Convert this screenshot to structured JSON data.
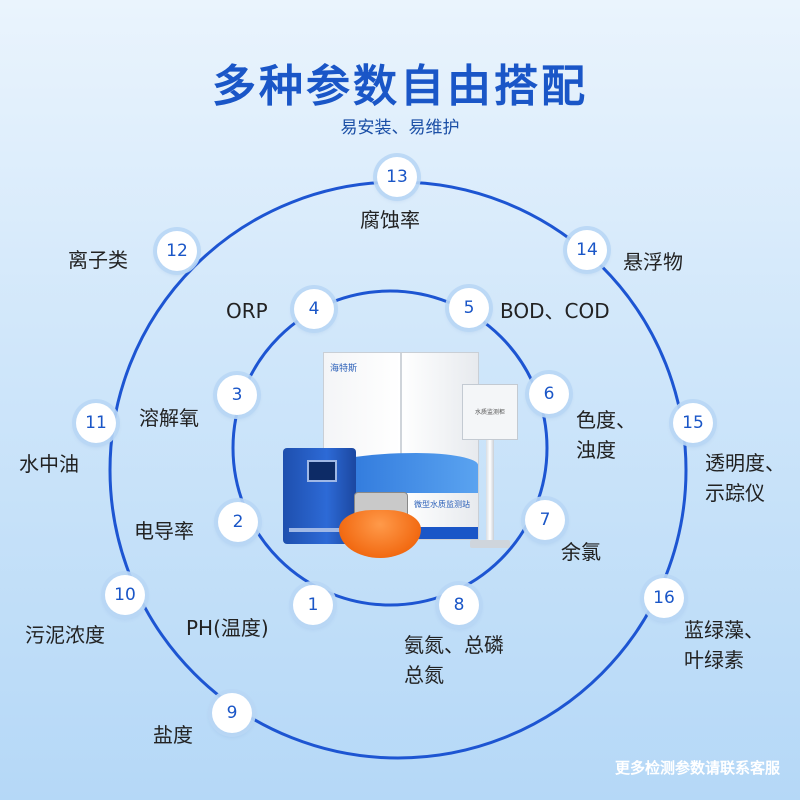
{
  "header": {
    "title": "多种参数自由搭配",
    "subtitle": "易安装、易维护"
  },
  "inner_params": [
    {
      "num": "1",
      "label": "PH(温度)"
    },
    {
      "num": "2",
      "label": "电导率"
    },
    {
      "num": "3",
      "label": "溶解氧"
    },
    {
      "num": "4",
      "label": "ORP"
    },
    {
      "num": "5",
      "label": "BOD、COD"
    },
    {
      "num": "6",
      "label": "色度、\n浊度"
    },
    {
      "num": "7",
      "label": "余氯"
    },
    {
      "num": "8",
      "label": "氨氮、总磷\n总氮"
    }
  ],
  "outer_params": [
    {
      "num": "9",
      "label": "盐度"
    },
    {
      "num": "10",
      "label": "污泥浓度"
    },
    {
      "num": "11",
      "label": "水中油"
    },
    {
      "num": "12",
      "label": "离子类"
    },
    {
      "num": "13",
      "label": "腐蚀率"
    },
    {
      "num": "14",
      "label": "悬浮物"
    },
    {
      "num": "15",
      "label": "透明度、\n示踪仪"
    },
    {
      "num": "16",
      "label": "蓝绿藻、\n叶绿素"
    }
  ],
  "equipment": {
    "brand_text": "海特斯",
    "plate_text": "微型水质监测站",
    "box_text": "水质监测柜"
  },
  "footer": {
    "text": "更多检测参数请联系客服"
  },
  "colors": {
    "accent": "#1a56c7",
    "ring": "#1d55d2"
  }
}
